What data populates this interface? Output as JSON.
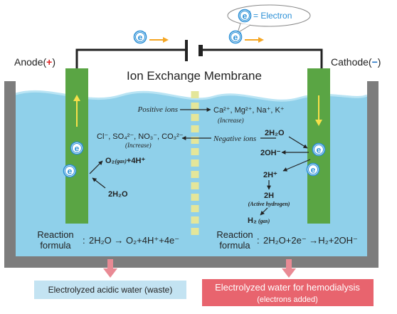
{
  "legend": {
    "symbol": "e",
    "charge": "-",
    "equals_label": "= Electron"
  },
  "anode": {
    "label": "Anode(",
    "sign": "+",
    "close": ")"
  },
  "cathode": {
    "label": "Cathode(",
    "sign": "−",
    "close": ")"
  },
  "membrane": {
    "title": "Ion Exchange Membrane"
  },
  "ions": {
    "positive_label": "Positive ions",
    "positive_formula": "Ca²⁺, Mg²⁺, Na⁺, K⁺",
    "positive_note": "(Increase)",
    "negative_label": "Negative ions",
    "negative_formula": "Cl⁻, SO₄²⁻, NO₃⁻, CO₃²⁻",
    "negative_note": "(Increase)"
  },
  "anode_reaction": {
    "product": "O₂",
    "product_state": "(gas)",
    "product_rest": "+4H⁺",
    "reactant": "2H₂O"
  },
  "cathode_reaction": {
    "water": "2H₂O",
    "hydroxide": "2OH⁻",
    "proton": "2H⁺",
    "hydrogen": "2H",
    "hydrogen_note": "(Active hydrogen)",
    "h2": "H₂",
    "h2_state": "(gas)"
  },
  "formula_left": {
    "label_line1": "Reaction",
    "label_line2": "formula",
    "colon": ":",
    "equation": "2H₂O → O₂+4H⁺+4e⁻"
  },
  "formula_right": {
    "label_line1": "Reaction",
    "label_line2": "formula",
    "colon": ":",
    "equation": "2H₂O+2e⁻ →H₂+2OH⁻"
  },
  "outputs": {
    "acidic": "Electrolyzed acidic water (waste)",
    "dialysis_line1": "Electrolyzed water for hemodialysis",
    "dialysis_line2": "(electrons  added)"
  },
  "colors": {
    "water": "#8fd0ea",
    "water_dark": "#6cc0e2",
    "tank": "#7d7d7d",
    "electrode": "#5aa544",
    "electron": "#2a8fd6",
    "arrow_orange": "#f5a623",
    "arrow_yellow": "#f7e04a",
    "membrane_dash": "#e4e69a",
    "acid_box": "#c3e3f2",
    "dialysis_box": "#e8646e",
    "pink_arrow": "#e98a94",
    "anode_sign": "#e02020",
    "cathode_sign": "#1b6fc2"
  }
}
